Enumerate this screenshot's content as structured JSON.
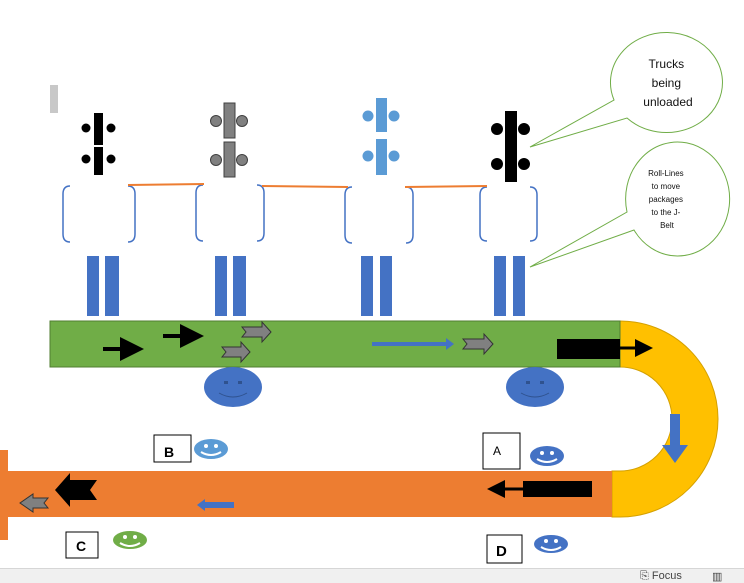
{
  "diagram": {
    "callouts": [
      {
        "lines": [
          "Trucks",
          "being",
          "unloaded"
        ]
      },
      {
        "lines": [
          "Roll-Lines",
          "to move",
          "packages",
          "to the J-",
          "Belt"
        ]
      }
    ],
    "position_labels": [
      "A",
      "B",
      "C",
      "D"
    ],
    "colors": {
      "top_belt": "#70ad47",
      "curve_belt": "#ffc000",
      "bottom_belt": "#ed7d31",
      "roll_lines": "#4472c4",
      "bay_connector": "#ed7d31",
      "callout_border": "#70ad47"
    },
    "truck_colors": [
      "#000000",
      "#808080",
      "#5b9bd5",
      "#000000"
    ]
  },
  "statusbar": {
    "focus_label": "Focus",
    "focus_icon": "focus-icon",
    "read_mode_icon": "read-mode-icon"
  }
}
